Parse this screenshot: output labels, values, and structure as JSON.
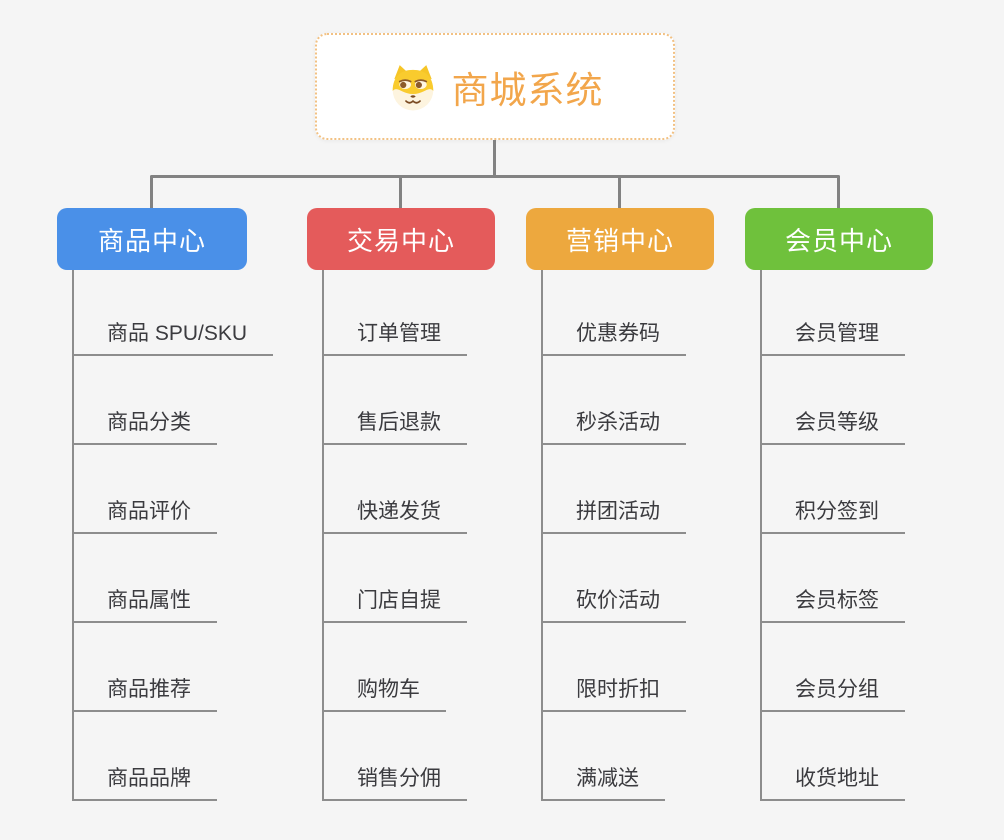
{
  "diagram": {
    "type": "mindmap-org-tree",
    "background_color": "#f5f5f5",
    "connector_color": "#828282",
    "root": {
      "title": "商城系统",
      "icon": "dog-face-icon",
      "text_color": "#f2a64b",
      "border_color": "#f2c183"
    },
    "branches": [
      {
        "label": "商品中心",
        "color": "#4a90e8",
        "items": [
          "商品 SPU/SKU",
          "商品分类",
          "商品评价",
          "商品属性",
          "商品推荐",
          "商品品牌"
        ]
      },
      {
        "label": "交易中心",
        "color": "#e45b5b",
        "items": [
          "订单管理",
          "售后退款",
          "快递发货",
          "门店自提",
          "购物车",
          "销售分佣"
        ]
      },
      {
        "label": "营销中心",
        "color": "#eda83e",
        "items": [
          "优惠券码",
          "秒杀活动",
          "拼团活动",
          "砍价活动",
          "限时折扣",
          "满减送"
        ]
      },
      {
        "label": "会员中心",
        "color": "#6fc13c",
        "items": [
          "会员管理",
          "会员等级",
          "积分签到",
          "会员标签",
          "会员分组",
          "收货地址"
        ]
      }
    ]
  }
}
